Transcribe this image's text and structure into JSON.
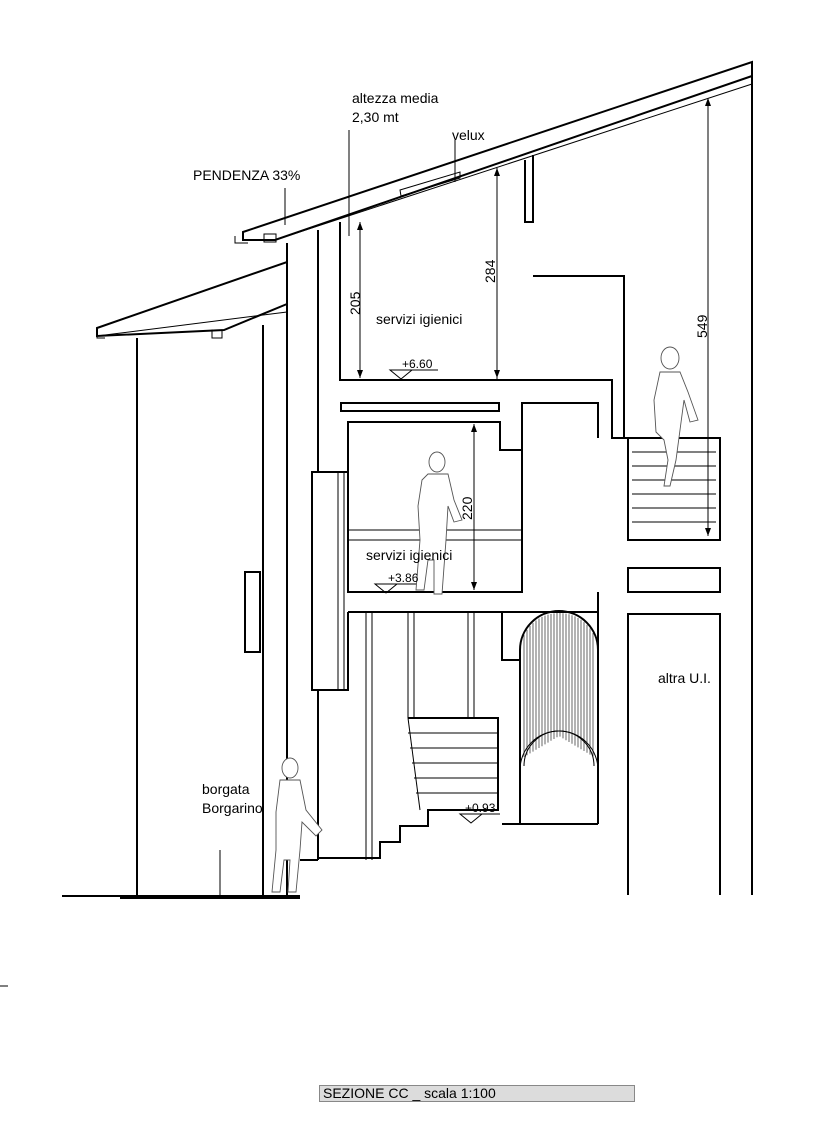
{
  "labels": {
    "altezza_media_1": "altezza media",
    "altezza_media_2": "2,30 mt",
    "velux": "velux",
    "pendenza": "PENDENZA 33%",
    "servizi_upper": "servizi igienici",
    "servizi_middle": "servizi igienici",
    "altra": "altra U.I.",
    "borgata_1": "borgata",
    "borgata_2": "Borgarino"
  },
  "dimensions": {
    "d205": "205",
    "d284": "284",
    "d549": "549",
    "d220": "220"
  },
  "levels": {
    "l660": "+6.60",
    "l386": "+3.86",
    "l093": "+0.93"
  },
  "caption": "SEZIONE CC _ scala 1:100"
}
